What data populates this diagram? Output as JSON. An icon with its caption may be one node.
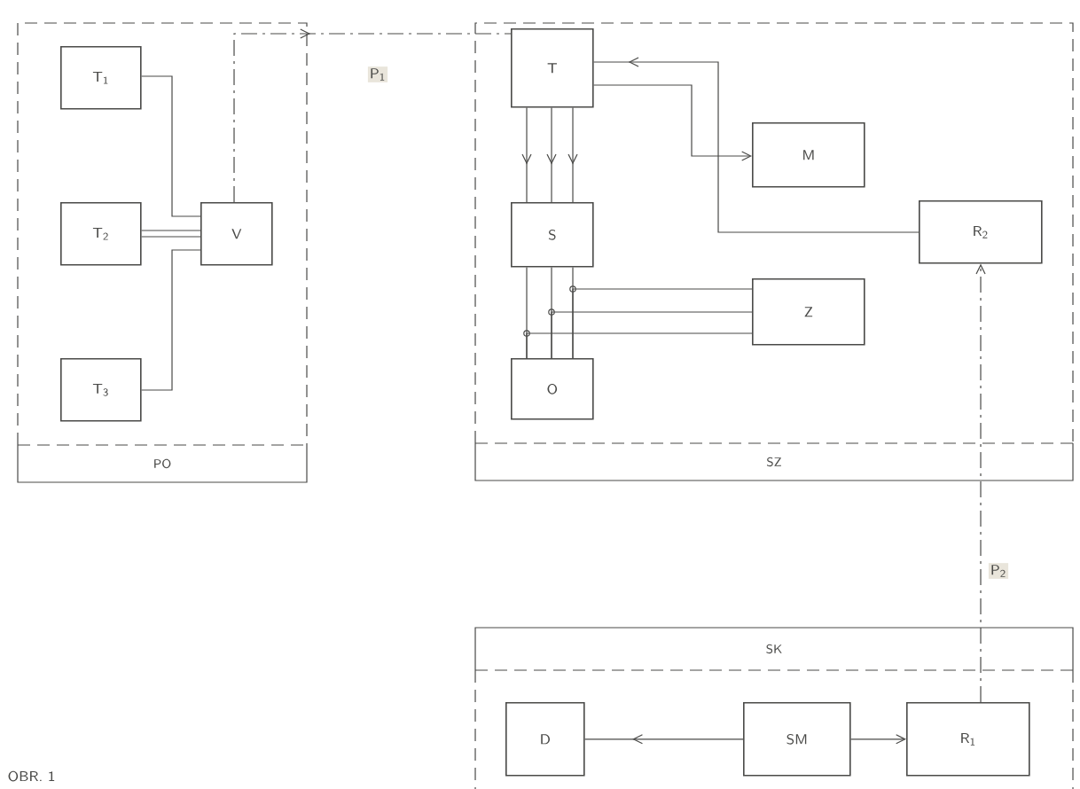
{
  "diagram": {
    "caption": "OBR. 1",
    "nodes": [
      {
        "text": [
          "PO"
        ]
      },
      {
        "text": [
          "T$_{1}$"
        ],
        "in": 0
      },
      {
        "text": [
          "T$_{2}$"
        ],
        "in": 0
      },
      {
        "text": [
          "T$_{3}$"
        ],
        "in": 0
      },
      {
        "text": [
          "V"
        ],
        "in": 0
      },
      {
        "text": [
          "SZ"
        ]
      },
      {
        "text": [
          "T"
        ],
        "in": 5
      },
      {
        "text": [
          "S"
        ],
        "in": 5
      },
      {
        "text": [
          "O"
        ],
        "in": 5
      },
      {
        "text": [
          "M"
        ],
        "in": 5
      },
      {
        "text": [
          "Z"
        ],
        "in": 5
      },
      {
        "text": [
          "R$_{2}$"
        ],
        "in": 5
      },
      {
        "text": [
          "SK"
        ]
      },
      {
        "text": [
          "D"
        ],
        "in": 12
      },
      {
        "text": [
          "SM"
        ],
        "in": 12
      },
      {
        "text": [
          "R$_{1}$"
        ],
        "in": 12
      }
    ],
    "edges": [
      {
        "from": 1,
        "to": 4,
        "arrow": "none"
      },
      {
        "from": 2,
        "to": 4,
        "arrow": "none"
      },
      {
        "from": 2,
        "to": 4,
        "arrow": "none"
      },
      {
        "from": 3,
        "to": 4,
        "arrow": "none"
      },
      {
        "from": 4,
        "to": 6,
        "arrow": "to",
        "style": "dashed",
        "label": "P$_{1}$"
      },
      {
        "from": 6,
        "to": 7,
        "arrow": "to"
      },
      {
        "from": 6,
        "to": 7,
        "arrow": "to"
      },
      {
        "from": 6,
        "to": 7,
        "arrow": "to"
      },
      {
        "from": 7,
        "to": 8,
        "arrow": "none"
      },
      {
        "from": 7,
        "to": 8,
        "arrow": "none"
      },
      {
        "from": 7,
        "to": 8,
        "arrow": "none"
      },
      {
        "from": 10,
        "to": 8,
        "arrow": "none"
      },
      {
        "from": 10,
        "to": 8,
        "arrow": "none"
      },
      {
        "from": 10,
        "to": 8,
        "arrow": "none"
      },
      {
        "from": 11,
        "to": 6,
        "arrow": "to"
      },
      {
        "from": 6,
        "to": 9,
        "arrow": "to"
      },
      {
        "from": 15,
        "to": 11,
        "arrow": "to",
        "style": "dashed",
        "label": "P$_{2}$"
      },
      {
        "from": 14,
        "to": 13,
        "arrow": "to"
      },
      {
        "from": 14,
        "to": 15,
        "arrow": "to"
      }
    ]
  }
}
